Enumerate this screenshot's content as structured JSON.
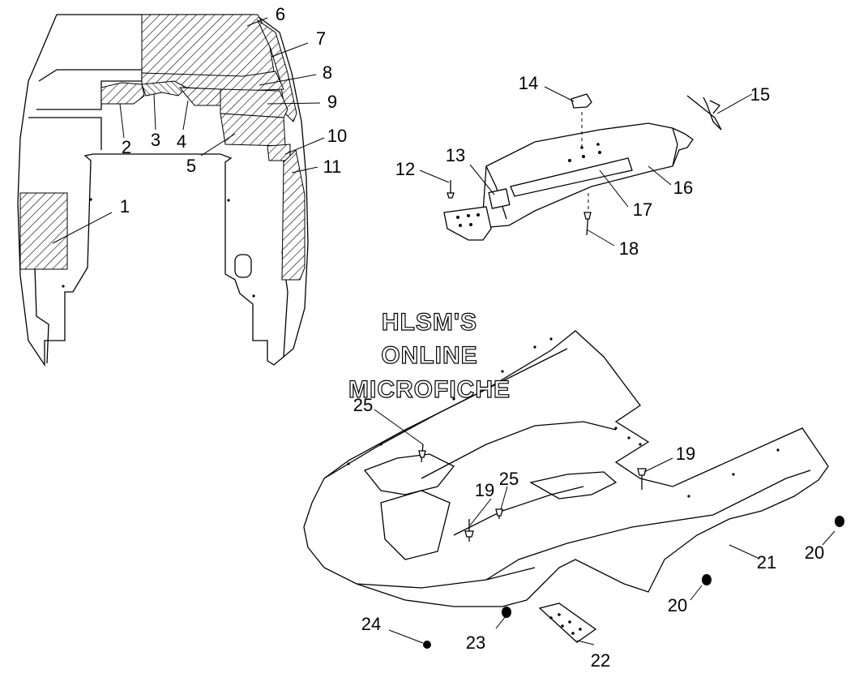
{
  "watermark": {
    "line1": "HLSM'S",
    "line2": "ONLINE",
    "line3": "MICROFICHE"
  },
  "callouts": [
    "1",
    "2",
    "3",
    "4",
    "5",
    "6",
    "7",
    "8",
    "9",
    "10",
    "11",
    "12",
    "13",
    "14",
    "15",
    "16",
    "17",
    "18",
    "19",
    "19",
    "20",
    "20",
    "21",
    "22",
    "23",
    "24",
    "25",
    "25"
  ]
}
